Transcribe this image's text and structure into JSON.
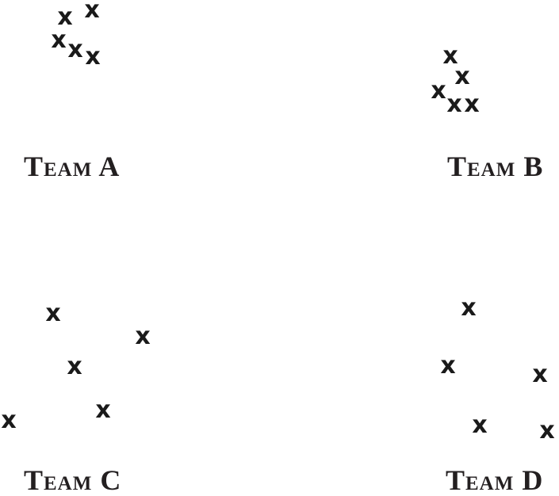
{
  "marker_symbol": "x",
  "teams": [
    {
      "label": "Team A",
      "marks": 5
    },
    {
      "label": "Team B",
      "marks": 5
    },
    {
      "label": "Team C",
      "marks": 5
    },
    {
      "label": "Team D",
      "marks": 5
    }
  ]
}
